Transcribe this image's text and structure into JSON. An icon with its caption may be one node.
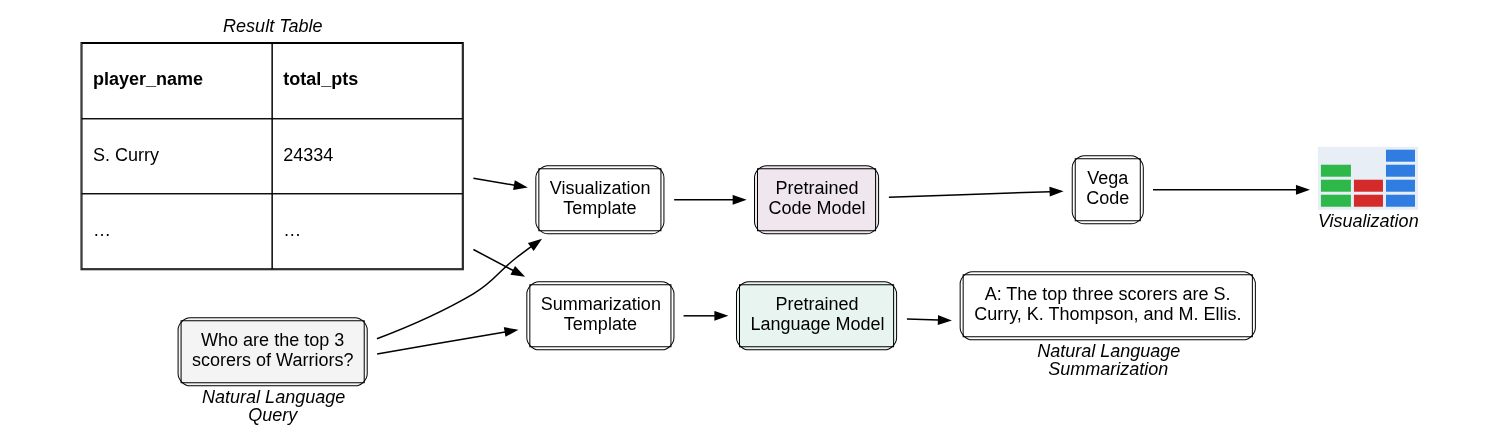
{
  "diagram": {
    "nodes": [
      {
        "text": [
          "player_name",
          "total_pts",
          "S. Curry",
          "24334",
          "…",
          "…"
        ],
        "beside": [
          "Result Table"
        ]
      },
      {
        "text": [
          "Who are the top 3 scorers of Warriors?"
        ],
        "beside": [
          "Natural Language Query"
        ]
      },
      {
        "text": [
          "Visualization Template"
        ]
      },
      {
        "text": [
          "Summarization Template"
        ]
      },
      {
        "text": [
          "Pretrained Code Model"
        ]
      },
      {
        "text": [
          "Pretrained Language Model"
        ]
      },
      {
        "text": [
          "Vega Code"
        ]
      },
      {
        "text": [],
        "shape": "picture",
        "beside": [
          "Visualization"
        ]
      },
      {
        "text": [
          "A: The top three scorers are S. Curry, K. Thompson, and M. Ellis."
        ],
        "beside": [
          "Natural Language Summarization"
        ]
      }
    ],
    "edges": [
      {
        "from": 0,
        "to": 2,
        "arrow": "to"
      },
      {
        "from": 0,
        "to": 3,
        "arrow": "to"
      },
      {
        "from": 1,
        "to": 2,
        "arrow": "to"
      },
      {
        "from": 1,
        "to": 3,
        "arrow": "to"
      },
      {
        "from": 2,
        "to": 4,
        "arrow": "to"
      },
      {
        "from": 4,
        "to": 6,
        "arrow": "to"
      },
      {
        "from": 6,
        "to": 7,
        "arrow": "to"
      },
      {
        "from": 3,
        "to": 5,
        "arrow": "to"
      },
      {
        "from": 5,
        "to": 8,
        "arrow": "to"
      }
    ]
  }
}
